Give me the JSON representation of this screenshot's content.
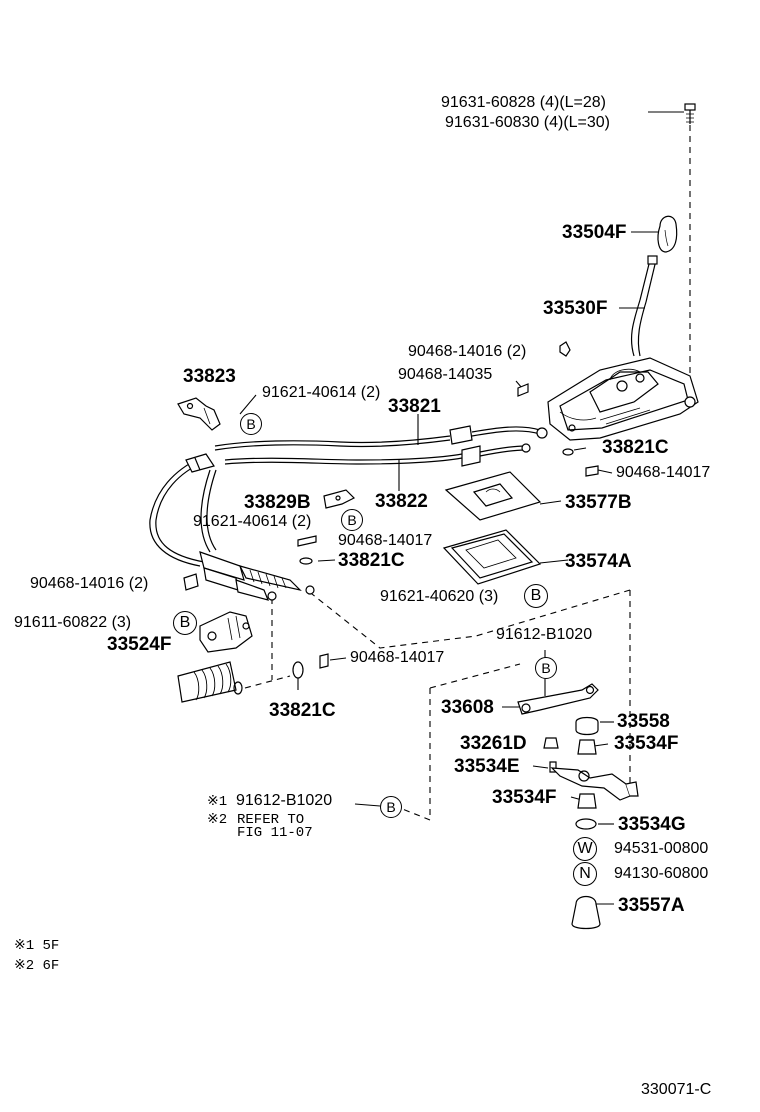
{
  "fasteners": {
    "bolt_a": "91631-60828 (4)(L=28)",
    "bolt_b": "91631-60830 (4)(L=30)",
    "clip_a": "90468-14016 (2)",
    "clip_b": "90468-14035",
    "bolt_c": "91621-40614 (2)",
    "bolt_d": "91621-40614 (2)",
    "clip_c": "90468-14017",
    "clip_d": "90468-14017",
    "clip_e": "90468-14016 (2)",
    "bolt_e": "91611-60822 (3)",
    "bolt_f": "91621-40620 (3)",
    "clip_f": "90468-14017",
    "bolt_g": "91612-B1020",
    "note_bolt": "91612-B1020",
    "washer": "94531-00800",
    "nut": "94130-60800"
  },
  "parts": {
    "p33504F": "33504F",
    "p33530F": "33530F",
    "p33823": "33823",
    "p33821": "33821",
    "p33821C_a": "33821C",
    "p33829B": "33829B",
    "p33822": "33822",
    "p33577B": "33577B",
    "p33821C_b": "33821C",
    "p33574A": "33574A",
    "p33524F": "33524F",
    "p33821C_c": "33821C",
    "p33608": "33608",
    "p33558": "33558",
    "p33261D": "33261D",
    "p33534F_a": "33534F",
    "p33534E": "33534E",
    "p33534F_b": "33534F",
    "p33534G": "33534G",
    "p33557A": "33557A"
  },
  "symbols": {
    "b": "B",
    "w": "W",
    "n": "N"
  },
  "notes": {
    "n1_mark": "※1",
    "n2_mark": "※2",
    "refer": "REFER TO",
    "fig": "FIG 11-07",
    "leg1": "※1 5F",
    "leg2": "※2 6F"
  },
  "diagram_id": "330071-C"
}
